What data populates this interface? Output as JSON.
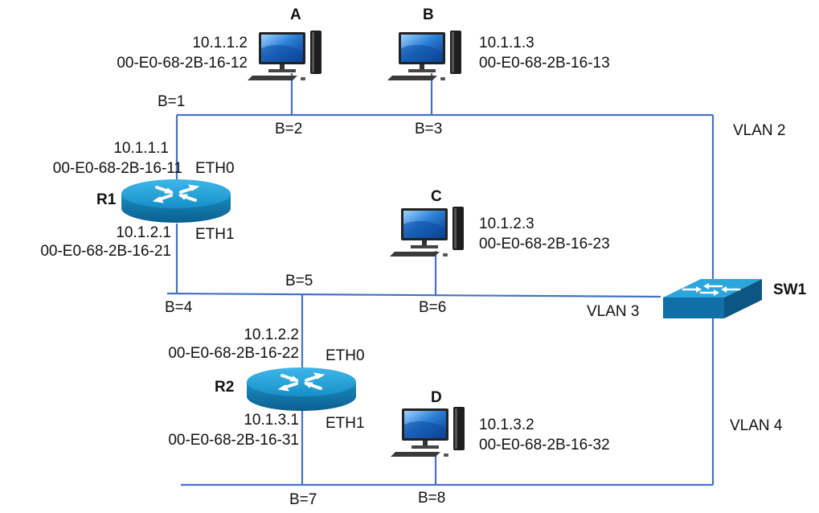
{
  "hosts": {
    "A": {
      "name": "A",
      "ip": "10.1.1.2",
      "mac": "00-E0-68-2B-16-12"
    },
    "B": {
      "name": "B",
      "ip": "10.1.1.3",
      "mac": "00-E0-68-2B-16-13"
    },
    "C": {
      "name": "C",
      "ip": "10.1.2.3",
      "mac": "00-E0-68-2B-16-23"
    },
    "D": {
      "name": "D",
      "ip": "10.1.3.2",
      "mac": "00-E0-68-2B-16-32"
    }
  },
  "routers": {
    "R1": {
      "name": "R1",
      "eth0": {
        "label": "ETH0",
        "ip": "10.1.1.1",
        "mac": "00-E0-68-2B-16-11"
      },
      "eth1": {
        "label": "ETH1",
        "ip": "10.1.2.1",
        "mac": "00-E0-68-2B-16-21"
      }
    },
    "R2": {
      "name": "R2",
      "eth0": {
        "label": "ETH0",
        "ip": "10.1.2.2",
        "mac": "00-E0-68-2B-16-22"
      },
      "eth1": {
        "label": "ETH1",
        "ip": "10.1.3.1",
        "mac": "00-E0-68-2B-16-31"
      }
    }
  },
  "switch": {
    "name": "SW1"
  },
  "vlans": {
    "v2": "VLAN 2",
    "v3": "VLAN 3",
    "v4": "VLAN 4"
  },
  "b_points": {
    "b1": "B=1",
    "b2": "B=2",
    "b3": "B=3",
    "b4": "B=4",
    "b5": "B=5",
    "b6": "B=6",
    "b7": "B=7",
    "b8": "B=8"
  },
  "colors": {
    "link": "#4472c4",
    "device_blue": "#1a9fd8",
    "device_dark": "#0d6fa0",
    "pc_body": "#2b2b2b",
    "screen": "#1b5fb5"
  }
}
